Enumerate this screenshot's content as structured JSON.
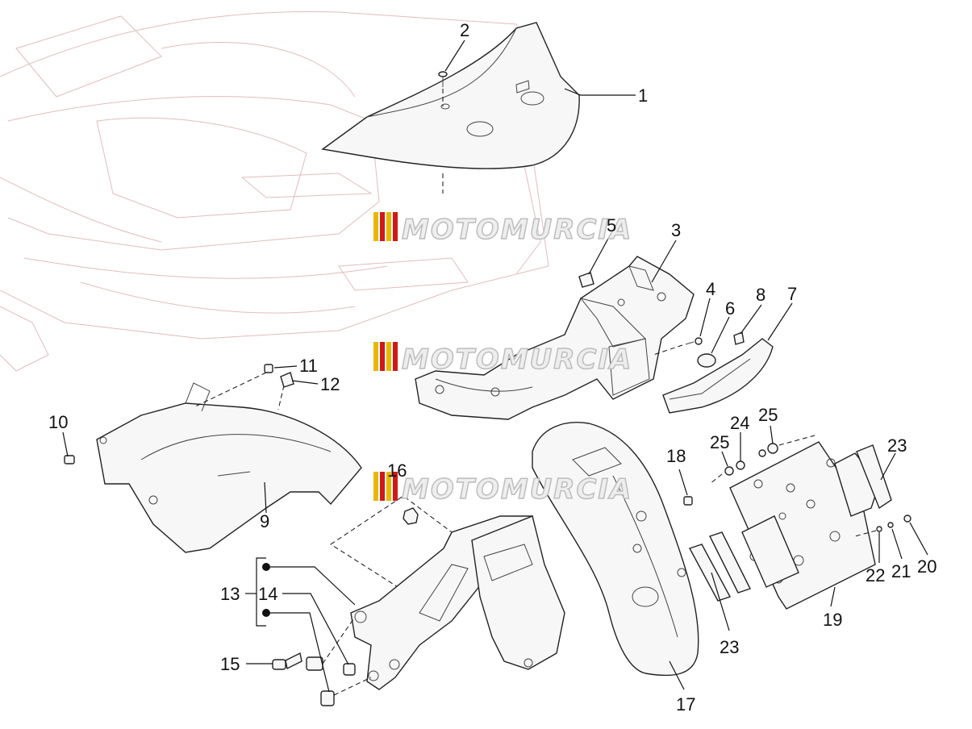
{
  "watermark": {
    "text": "MOTOMURCIA",
    "stripe_colors": [
      "#e6b800",
      "#d01818",
      "#e6b800",
      "#d01818"
    ]
  },
  "callouts": [
    {
      "key": "p1",
      "label": "1"
    },
    {
      "key": "p2",
      "label": "2"
    },
    {
      "key": "p3",
      "label": "3"
    },
    {
      "key": "p4",
      "label": "4"
    },
    {
      "key": "p5",
      "label": "5"
    },
    {
      "key": "p6",
      "label": "6"
    },
    {
      "key": "p7",
      "label": "7"
    },
    {
      "key": "p8",
      "label": "8"
    },
    {
      "key": "p9",
      "label": "9"
    },
    {
      "key": "p10",
      "label": "10"
    },
    {
      "key": "p11",
      "label": "11"
    },
    {
      "key": "p12",
      "label": "12"
    },
    {
      "key": "p13",
      "label": "13"
    },
    {
      "key": "p14",
      "label": "14"
    },
    {
      "key": "p15",
      "label": "15"
    },
    {
      "key": "p16",
      "label": "16"
    },
    {
      "key": "p17",
      "label": "17"
    },
    {
      "key": "p18",
      "label": "18"
    },
    {
      "key": "p19",
      "label": "19"
    },
    {
      "key": "p20",
      "label": "20"
    },
    {
      "key": "p21",
      "label": "21"
    },
    {
      "key": "p22",
      "label": "22"
    },
    {
      "key": "p23a",
      "label": "23"
    },
    {
      "key": "p23b",
      "label": "23"
    },
    {
      "key": "p24",
      "label": "24"
    },
    {
      "key": "p25a",
      "label": "25"
    },
    {
      "key": "p25b",
      "label": "25"
    }
  ]
}
